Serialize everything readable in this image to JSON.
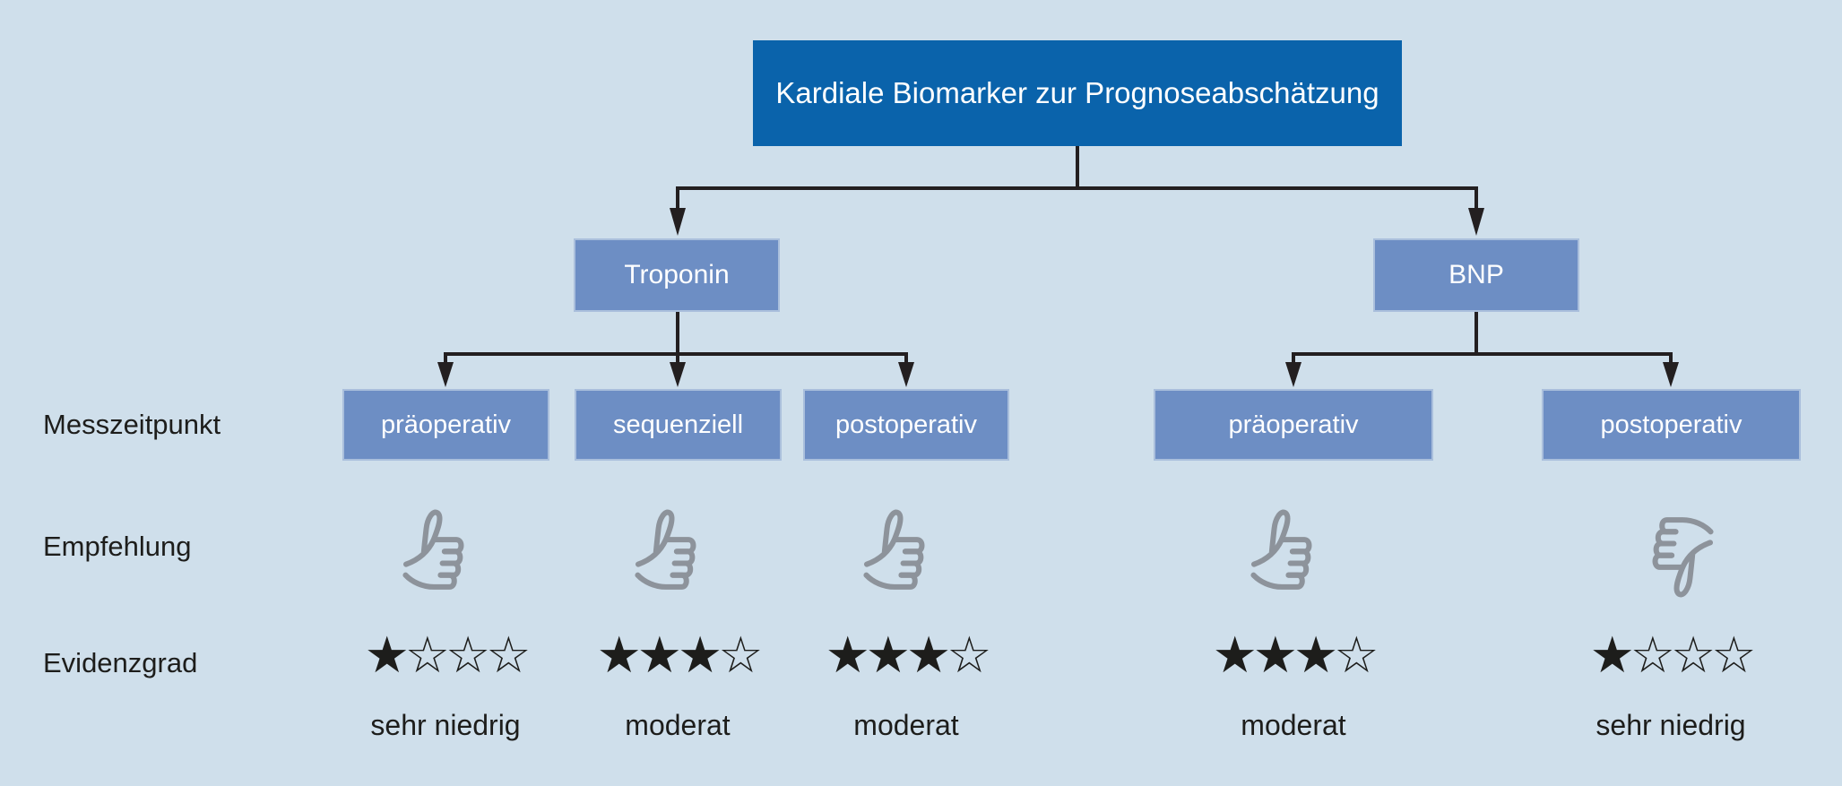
{
  "title": "Kardiale Biomarker zur Prognoseabschätzung",
  "row_labels": {
    "timing": "Messzeitpunkt",
    "recommendation": "Empfehlung",
    "evidence": "Evidenzgrad"
  },
  "branches": [
    {
      "name": "Troponin"
    },
    {
      "name": "BNP"
    }
  ],
  "columns": [
    {
      "branch": "Troponin",
      "timing": "präoperativ",
      "recommendation": "thumbs-up",
      "stars_filled": 1,
      "stars_total": 4,
      "evidence_label": "sehr niedrig"
    },
    {
      "branch": "Troponin",
      "timing": "sequenziell",
      "recommendation": "thumbs-up",
      "stars_filled": 3,
      "stars_total": 4,
      "evidence_label": "moderat"
    },
    {
      "branch": "Troponin",
      "timing": "postoperativ",
      "recommendation": "thumbs-up",
      "stars_filled": 3,
      "stars_total": 4,
      "evidence_label": "moderat"
    },
    {
      "branch": "BNP",
      "timing": "präoperativ",
      "recommendation": "thumbs-up",
      "stars_filled": 3,
      "stars_total": 4,
      "evidence_label": "moderat"
    },
    {
      "branch": "BNP",
      "timing": "postoperativ",
      "recommendation": "thumbs-down",
      "stars_filled": 1,
      "stars_total": 4,
      "evidence_label": "sehr niedrig"
    }
  ],
  "icons": {
    "filled_star": "★",
    "empty_star": "☆"
  },
  "palette": {
    "background": "#cfdfeb",
    "root_box": "#0a63ab",
    "node_box": "#6d8ec4",
    "node_border": "#aabfdc",
    "connector_line": "#231f20",
    "thumb_gray": "#8d939b",
    "star_black": "#1d1d1b",
    "text_dark": "#1d1d1b",
    "text_light": "#ffffff"
  }
}
